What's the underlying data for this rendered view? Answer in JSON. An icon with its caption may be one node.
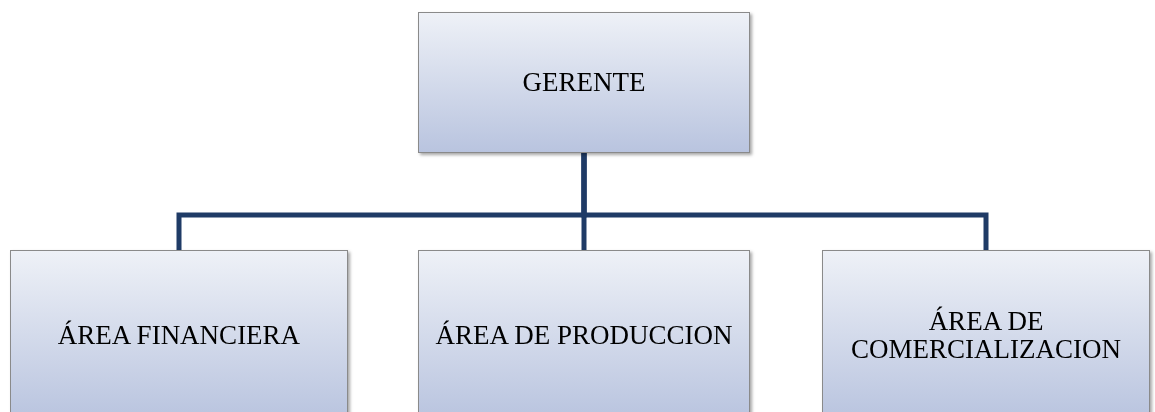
{
  "diagram": {
    "nodes": [
      {
        "text": [
          "GERENTE"
        ]
      },
      {
        "text": [
          "ÁREA FINANCIERA"
        ]
      },
      {
        "text": [
          "ÁREA DE PRODUCCION"
        ]
      },
      {
        "text": [
          "ÁREA DE COMERCIALIZACION"
        ]
      }
    ],
    "edges": [
      {
        "from": 0,
        "to": 1,
        "arrow": "none"
      },
      {
        "from": 0,
        "to": 2,
        "arrow": "none"
      },
      {
        "from": 0,
        "to": 3,
        "arrow": "none"
      }
    ]
  }
}
